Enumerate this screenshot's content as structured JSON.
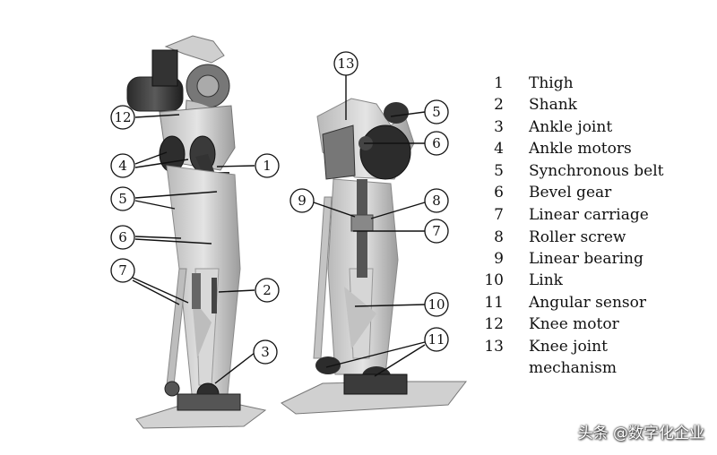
{
  "legend": [
    {
      "num": "1",
      "text": "Thigh"
    },
    {
      "num": "2",
      "text": "Shank"
    },
    {
      "num": "3",
      "text": "Ankle joint"
    },
    {
      "num": "4",
      "text": "Ankle motors"
    },
    {
      "num": "5",
      "text": "Synchronous belt"
    },
    {
      "num": "6",
      "text": "Bevel gear"
    },
    {
      "num": "7",
      "text": "Linear carriage"
    },
    {
      "num": "8",
      "text": "Roller screw"
    },
    {
      "num": "9",
      "text": "Linear bearing"
    },
    {
      "num": "10",
      "text": "Link"
    },
    {
      "num": "11",
      "text": "Angular sensor"
    },
    {
      "num": "12",
      "text": "Knee motor"
    },
    {
      "num": "13",
      "text": "Knee joint",
      "text2": "mechanism"
    }
  ],
  "callouts": {
    "left": [
      "12",
      "4",
      "1",
      "5",
      "6",
      "7",
      "2",
      "3"
    ],
    "right": [
      "13",
      "5",
      "6",
      "9",
      "8",
      "7",
      "10",
      "11"
    ]
  },
  "watermark": "头条 @数字化企业"
}
